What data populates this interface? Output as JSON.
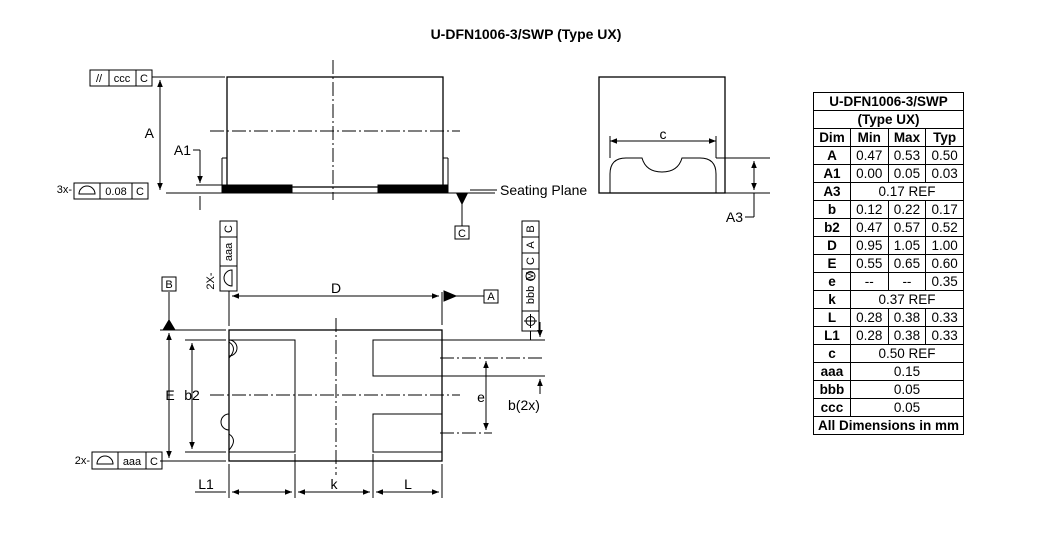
{
  "title": "U-DFN1006-3/SWP (Type UX)",
  "labels": {
    "A": "A",
    "A1": "A1",
    "A3": "A3",
    "c": "c",
    "D": "D",
    "E": "E",
    "b2": "b2",
    "e": "e",
    "b2x": "b(2x)",
    "L1": "L1",
    "k": "k",
    "L": "L",
    "seating_plane": "Seating Plane",
    "datum_A": "A",
    "datum_B": "B",
    "datum_C": "C",
    "prefix_3x": "3x-",
    "prefix_2x": "2x-",
    "prefix_2X": "2X-"
  },
  "frames": {
    "ccc": {
      "sym": "//",
      "tol": "ccc",
      "datum": "C"
    },
    "flat": {
      "tol": "0.08",
      "datum": "C"
    },
    "aaa_left": {
      "tol": "aaa",
      "datum": "C"
    },
    "aaa_top": {
      "tol": "aaa",
      "datum": "C"
    },
    "bbb": {
      "tol": "bbb",
      "mod": "M",
      "d1": "C",
      "d2": "A",
      "d3": "B"
    }
  },
  "table": {
    "header": "U-DFN1006-3/SWP",
    "subheader": "(Type UX)",
    "columns": [
      "Dim",
      "Min",
      "Max",
      "Typ"
    ],
    "rows": [
      {
        "dim": "A",
        "min": "0.47",
        "max": "0.53",
        "typ": "0.50"
      },
      {
        "dim": "A1",
        "min": "0.00",
        "max": "0.05",
        "typ": "0.03"
      },
      {
        "dim": "A3",
        "span": "0.17 REF"
      },
      {
        "dim": "b",
        "min": "0.12",
        "max": "0.22",
        "typ": "0.17"
      },
      {
        "dim": "b2",
        "min": "0.47",
        "max": "0.57",
        "typ": "0.52"
      },
      {
        "dim": "D",
        "min": "0.95",
        "max": "1.05",
        "typ": "1.00"
      },
      {
        "dim": "E",
        "min": "0.55",
        "max": "0.65",
        "typ": "0.60"
      },
      {
        "dim": "e",
        "min": "--",
        "max": "--",
        "typ": "0.35"
      },
      {
        "dim": "k",
        "span": "0.37 REF"
      },
      {
        "dim": "L",
        "min": "0.28",
        "max": "0.38",
        "typ": "0.33"
      },
      {
        "dim": "L1",
        "min": "0.28",
        "max": "0.38",
        "typ": "0.33"
      },
      {
        "dim": "c",
        "span": "0.50 REF"
      },
      {
        "dim": "aaa",
        "span": "0.15"
      },
      {
        "dim": "bbb",
        "span": "0.05"
      },
      {
        "dim": "ccc",
        "span": "0.05"
      }
    ],
    "footer": "All Dimensions in mm"
  }
}
